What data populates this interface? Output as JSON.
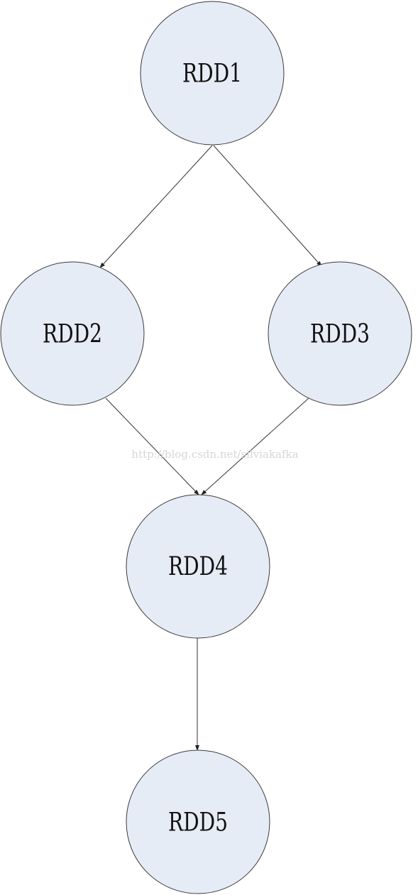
{
  "diagram": {
    "nodes": [
      {
        "id": "rdd1",
        "label": "RDD1"
      },
      {
        "id": "rdd2",
        "label": "RDD2"
      },
      {
        "id": "rdd3",
        "label": "RDD3"
      },
      {
        "id": "rdd4",
        "label": "RDD4"
      },
      {
        "id": "rdd5",
        "label": "RDD5"
      }
    ],
    "edges": [
      {
        "from": "rdd1",
        "to": "rdd2"
      },
      {
        "from": "rdd1",
        "to": "rdd3"
      },
      {
        "from": "rdd2",
        "to": "rdd4"
      },
      {
        "from": "rdd3",
        "to": "rdd4"
      },
      {
        "from": "rdd4",
        "to": "rdd5"
      }
    ],
    "watermark": "http://blog.csdn.net/silviakafka",
    "colors": {
      "node_fill": "#e6ecf6",
      "node_stroke": "#3a3a3a",
      "edge": "#333333",
      "label": "#111111",
      "watermark": "#d6d6d6"
    }
  }
}
